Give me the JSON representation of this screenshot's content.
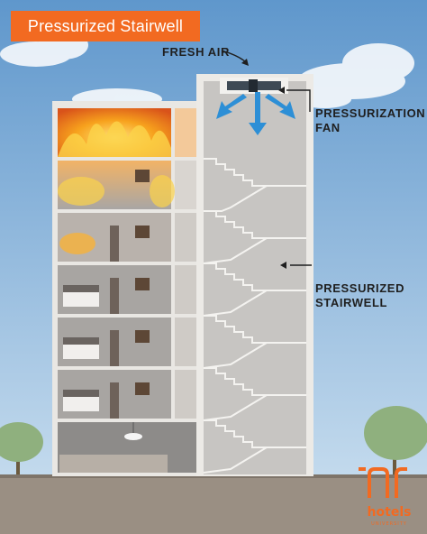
{
  "title": "Pressurized Stairwell",
  "labels": {
    "fresh_air": "FRESH AIR",
    "fan_line1": "PRESSURIZATION",
    "fan_line2": "FAN",
    "stair_line1": "PRESSURIZED",
    "stair_line2": "STAIRWELL"
  },
  "brand": {
    "name": "hotels",
    "tagline": "UNIVERSITY"
  },
  "colors": {
    "title_bg": "#f26a21",
    "airflow": "#2d8fd6",
    "fire": "#f59a1b",
    "brand": "#f26a21"
  }
}
